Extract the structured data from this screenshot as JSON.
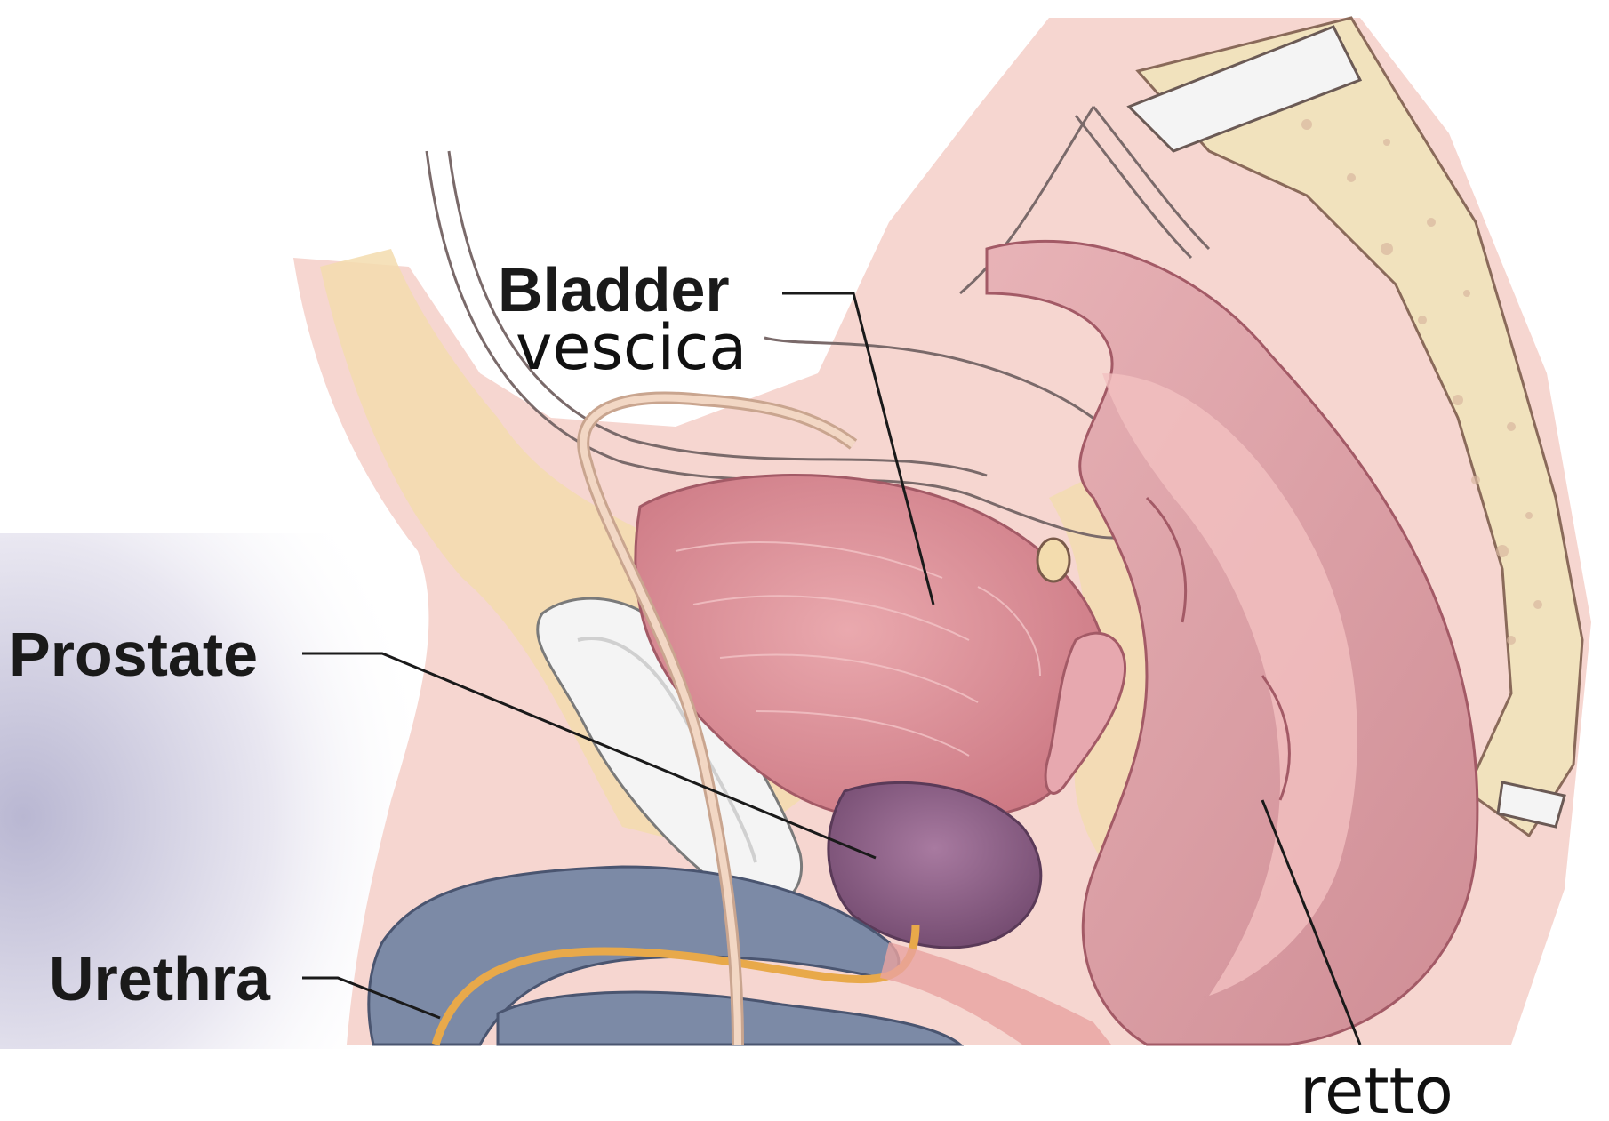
{
  "labels": {
    "bladder": "Bladder",
    "bladder_it": "vescica",
    "prostate": "Prostate",
    "urethra": "Urethra",
    "rectum_it": "retto"
  },
  "colors": {
    "skin": "#f6d6d0",
    "fat": "#f3dcae",
    "bone": "#f1e2bd",
    "bone_spots": "#d9b8a0",
    "bladder": "#dc8d95",
    "prostate": "#8e5f86",
    "rectum": "#dfa2a8",
    "rectum_wall": "#f3c0c0",
    "penis_tissue": "#7c8aa6",
    "pubic_bone": "#f4f4f4",
    "urethra": "#e8a94a",
    "catheter": "#f2d7c4"
  }
}
